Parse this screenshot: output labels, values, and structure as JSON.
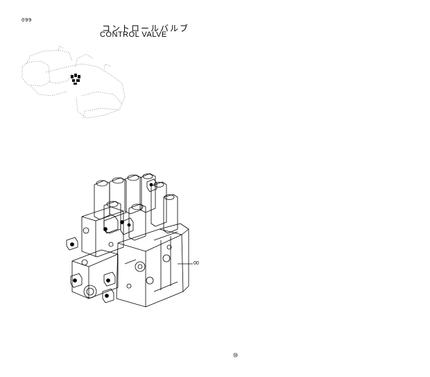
{
  "header": {
    "page_number": "099",
    "title_jp": "コントロールバルブ",
    "title_en": "CONTROL  VALVE"
  },
  "callouts": {
    "control_valve": "00"
  },
  "footer": {
    "mark": "㊿"
  },
  "icons": {
    "machine_locator": "excavator-locator-icon",
    "valve_assembly": "control-valve-drawing"
  }
}
